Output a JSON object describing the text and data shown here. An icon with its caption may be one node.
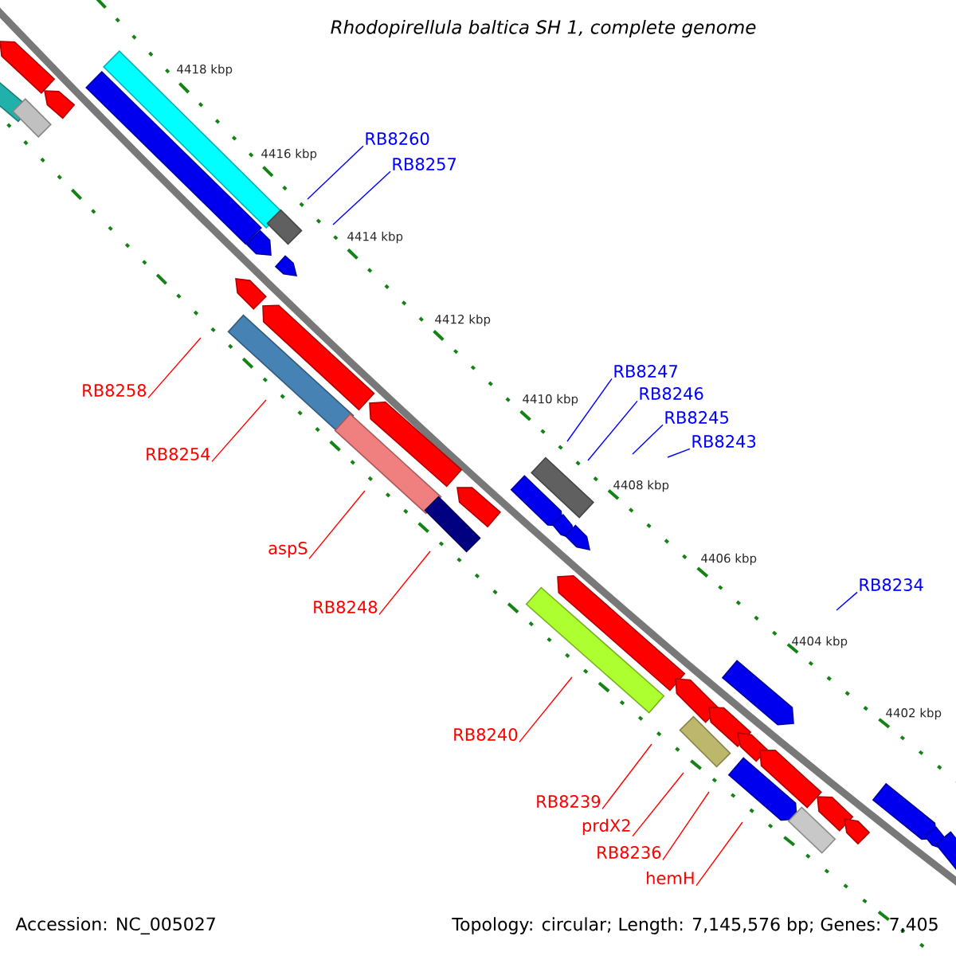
{
  "diagram": {
    "title": "Rhodopirellula baltica SH 1, complete genome",
    "nodes": [
      {
        "text": [
          "RB8260"
        ]
      },
      {
        "text": [
          "RB8257"
        ]
      },
      {
        "text": [
          "RB8247"
        ]
      },
      {
        "text": [
          "RB8258"
        ]
      },
      {
        "text": [
          "RB8246"
        ]
      },
      {
        "text": [
          "RB8245"
        ]
      },
      {
        "text": [
          "RB8243"
        ]
      },
      {
        "text": [
          "RB8254"
        ]
      },
      {
        "text": [
          "aspS"
        ]
      },
      {
        "text": [
          "RB8234"
        ]
      },
      {
        "text": [
          "RB8248"
        ]
      },
      {
        "text": [
          "RB8240"
        ]
      },
      {
        "text": [
          "RB8239"
        ]
      },
      {
        "text": [
          "prdX2"
        ]
      },
      {
        "text": [
          "RB8236"
        ]
      },
      {
        "text": [
          "hemH"
        ]
      }
    ],
    "edges": [
      {
        "from": 0,
        "to": null,
        "arrow": "none",
        "color": "#0000ff"
      },
      {
        "from": 1,
        "to": null,
        "arrow": "none",
        "color": "#0000ff"
      },
      {
        "from": 2,
        "to": null,
        "arrow": "none",
        "color": "#0000ff"
      },
      {
        "from": 3,
        "to": null,
        "arrow": "none"
      },
      {
        "from": 4,
        "to": null,
        "arrow": "none",
        "color": "#0000ff"
      },
      {
        "from": 5,
        "to": null,
        "arrow": "none",
        "color": "#0000ff"
      },
      {
        "from": 6,
        "to": null,
        "arrow": "none",
        "color": "#0000ff"
      },
      {
        "from": 7,
        "to": null,
        "arrow": "none"
      },
      {
        "from": 8,
        "to": null,
        "arrow": "none"
      },
      {
        "from": 9,
        "to": null,
        "arrow": "none",
        "color": "#0000ff"
      },
      {
        "from": 10,
        "to": null,
        "arrow": "none"
      },
      {
        "from": 11,
        "to": null,
        "arrow": "none"
      },
      {
        "from": 12,
        "to": null,
        "arrow": "none"
      },
      {
        "from": 13,
        "to": null,
        "arrow": "none"
      },
      {
        "from": 14,
        "to": null,
        "arrow": "none"
      },
      {
        "from": 15,
        "to": null,
        "arrow": "none"
      }
    ],
    "labels": [
      "4418 kbp",
      "4416 kbp",
      "4414 kbp",
      "4412 kbp",
      "4410 kbp",
      "4408 kbp",
      "4406 kbp",
      "4404 kbp",
      "4402 kbp",
      "Accession: NC_005027",
      "Topology: circular; Length: 7,145,576 bp; Genes: 7,405"
    ]
  }
}
